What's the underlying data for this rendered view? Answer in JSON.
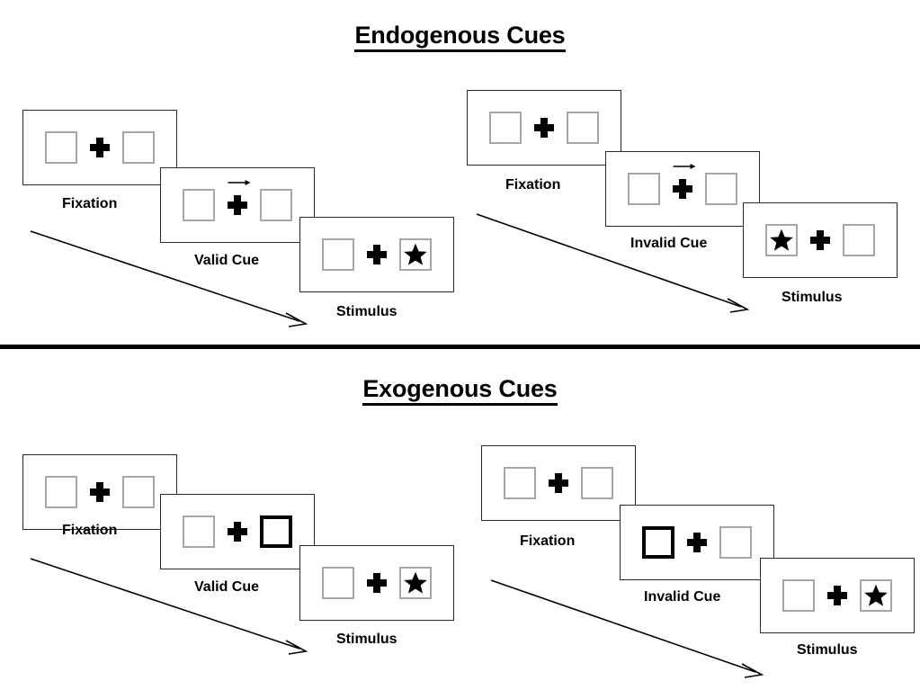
{
  "sections": [
    {
      "id": "endogenous",
      "title": "Endogenous Cues",
      "rows": [
        {
          "id": "endogenous-valid",
          "panels": [
            {
              "caption": "Fixation",
              "type": "fixation",
              "cue": "none",
              "left_box": "empty",
              "right_box": "empty"
            },
            {
              "caption": "Valid Cue",
              "type": "cue",
              "cue": "arrow-right",
              "left_box": "empty",
              "right_box": "empty"
            },
            {
              "caption": "Stimulus",
              "type": "stimulus",
              "cue": "none",
              "left_box": "empty",
              "right_box": "star"
            }
          ]
        },
        {
          "id": "endogenous-invalid",
          "panels": [
            {
              "caption": "Fixation",
              "type": "fixation",
              "cue": "none",
              "left_box": "empty",
              "right_box": "empty"
            },
            {
              "caption": "Invalid Cue",
              "type": "cue",
              "cue": "arrow-right",
              "left_box": "empty",
              "right_box": "empty"
            },
            {
              "caption": "Stimulus",
              "type": "stimulus",
              "cue": "none",
              "left_box": "star",
              "right_box": "empty"
            }
          ]
        }
      ]
    },
    {
      "id": "exogenous",
      "title": "Exogenous Cues",
      "rows": [
        {
          "id": "exogenous-valid",
          "panels": [
            {
              "caption": "Fixation",
              "type": "fixation",
              "cue": "none",
              "left_box": "empty",
              "right_box": "empty"
            },
            {
              "caption": "Valid Cue",
              "type": "cue",
              "cue": "box-highlight",
              "left_box": "empty",
              "right_box": "cued"
            },
            {
              "caption": "Stimulus",
              "type": "stimulus",
              "cue": "none",
              "left_box": "empty",
              "right_box": "star"
            }
          ]
        },
        {
          "id": "exogenous-invalid",
          "panels": [
            {
              "caption": "Fixation",
              "type": "fixation",
              "cue": "none",
              "left_box": "empty",
              "right_box": "empty"
            },
            {
              "caption": "Invalid Cue",
              "type": "cue",
              "cue": "box-highlight",
              "left_box": "cued",
              "right_box": "empty"
            },
            {
              "caption": "Stimulus",
              "type": "stimulus",
              "cue": "none",
              "left_box": "empty",
              "right_box": "star"
            }
          ]
        }
      ]
    }
  ],
  "icons": {
    "star": "star-icon",
    "fixation_cross": "fixation-cross-icon",
    "cue_arrow": "arrow-right-icon",
    "flow_arrow": "flow-arrow-icon"
  },
  "colors": {
    "background": "#ffffff",
    "ink": "#000000",
    "panel_border": "#2b2b2b",
    "box_border": "#a6a6a6",
    "cued_box_border": "#000000",
    "divider": "#000000"
  }
}
